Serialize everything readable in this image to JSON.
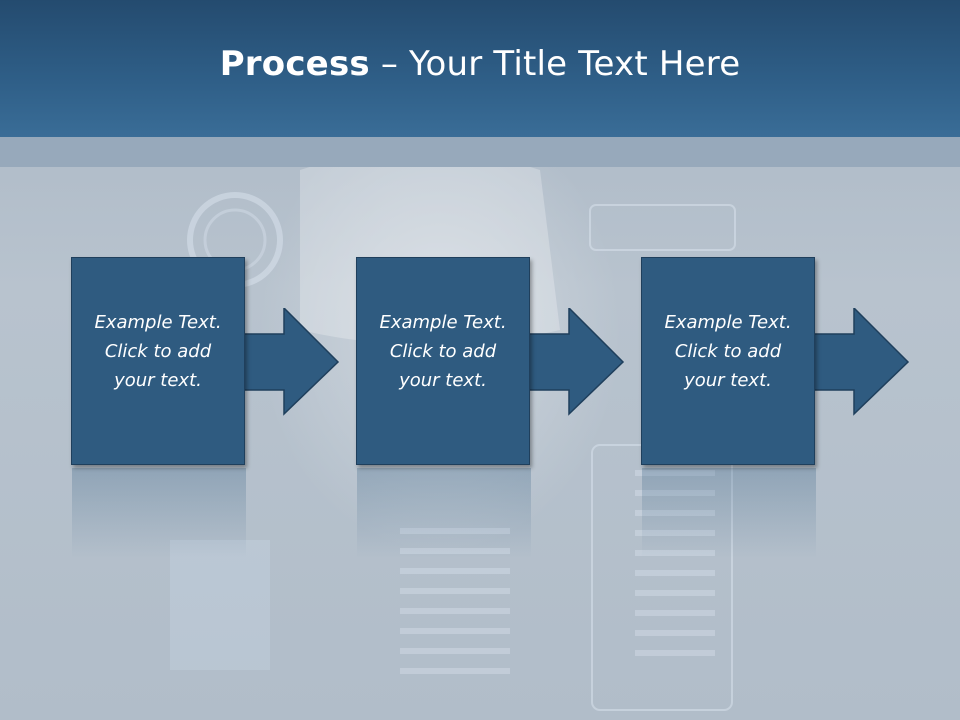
{
  "slide": {
    "title_bold": "Process",
    "title_rest": " – Your Title Text Here"
  },
  "steps": [
    {
      "text": "Example Text.\nClick  to add\nyour text."
    },
    {
      "text": "Example Text.\nClick  to add\nyour text."
    },
    {
      "text": "Example Text.\nClick  to add\nyour text."
    }
  ],
  "colors": {
    "header": "#2f5f88",
    "box": "#2f5b80",
    "text": "#ffffff"
  }
}
